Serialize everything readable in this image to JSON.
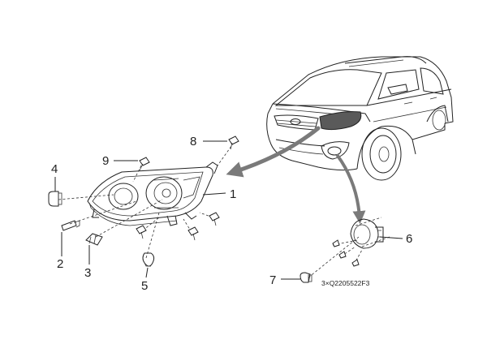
{
  "diagram": {
    "callouts": {
      "c1": "1",
      "c2": "2",
      "c3": "3",
      "c4": "4",
      "c5": "5",
      "c6": "6",
      "c7": "7",
      "c8": "8",
      "c9": "9"
    },
    "part_note": "3×Q2205522F3",
    "colors": {
      "line": "#222222",
      "arrow": "#7a7a7a",
      "highlight": "#5a5a5a"
    }
  }
}
